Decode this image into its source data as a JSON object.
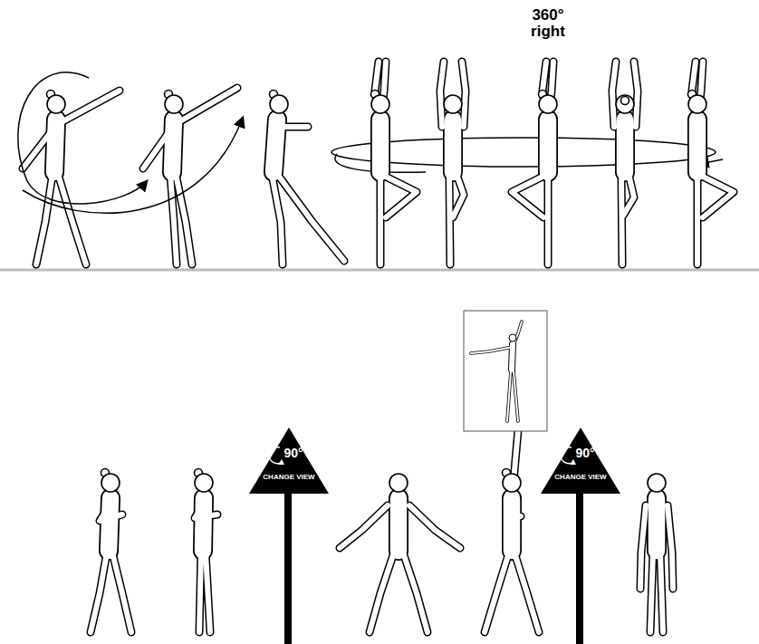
{
  "diagram": {
    "nodes": [
      {
        "text": [
          "90°",
          "CHANGE VIEW"
        ]
      },
      {
        "text": [
          "90°",
          "CHANGE VIEW"
        ]
      }
    ],
    "labels": [
      "360° right"
    ]
  }
}
